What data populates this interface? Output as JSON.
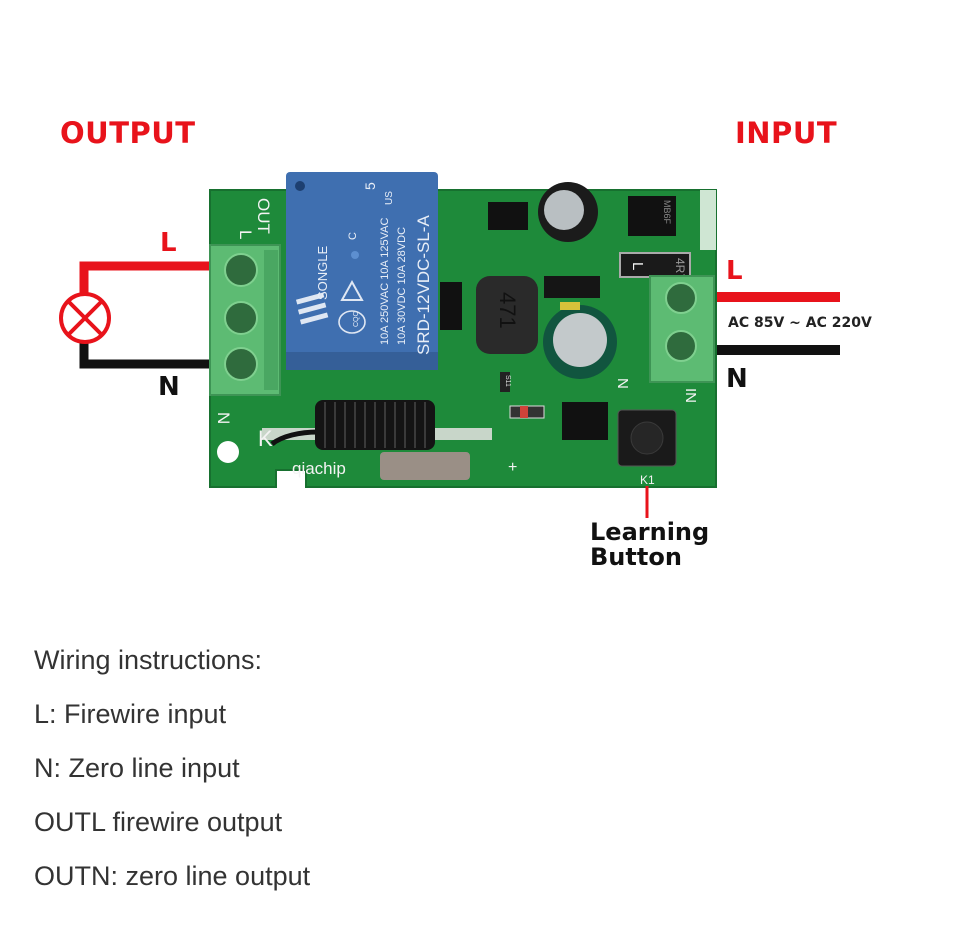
{
  "headings": {
    "output": "OUTPUT",
    "input": "INPUT"
  },
  "output_side": {
    "live_label": "L",
    "neutral_label": "N",
    "load_icon": "lamp-icon"
  },
  "input_side": {
    "live_label": "L",
    "neutral_label": "N",
    "voltage": "AC 85V ~ AC 220V"
  },
  "board": {
    "relay": {
      "brand": "SONGLE",
      "model": "SRD-12VDC-SL-A",
      "rating_1": "10A 250VAC  10A 125VAC",
      "rating_2": "10A 30VDC  10A 28VDC",
      "mark_5": "5",
      "mark_us": "US",
      "mark_c": "C",
      "mark_cqc": "CQC"
    },
    "silkscreen": {
      "out": "OUT",
      "out_l": "L",
      "out_n": "N",
      "in": "IN",
      "in_l": "L",
      "in_n": "N",
      "k": "K",
      "brand": "qiachip",
      "k1": "K1",
      "plus": "+"
    },
    "inductor_code": "471",
    "resistor_code": "4R7",
    "bridge_code": "MB6F",
    "small_code": "S11"
  },
  "learning_button": {
    "line1": "Learning",
    "line2": "Button"
  },
  "instructions": {
    "title": "Wiring instructions:",
    "items": [
      "L: Firewire input",
      "N: Zero line input",
      "OUTL firewire output",
      "OUTN: zero line output"
    ]
  },
  "colors": {
    "live": "#e8131b",
    "neutral": "#111111",
    "pcb": "#1e8a3a",
    "relay": "#3f6fb0",
    "terminal": "#5dbb73"
  }
}
